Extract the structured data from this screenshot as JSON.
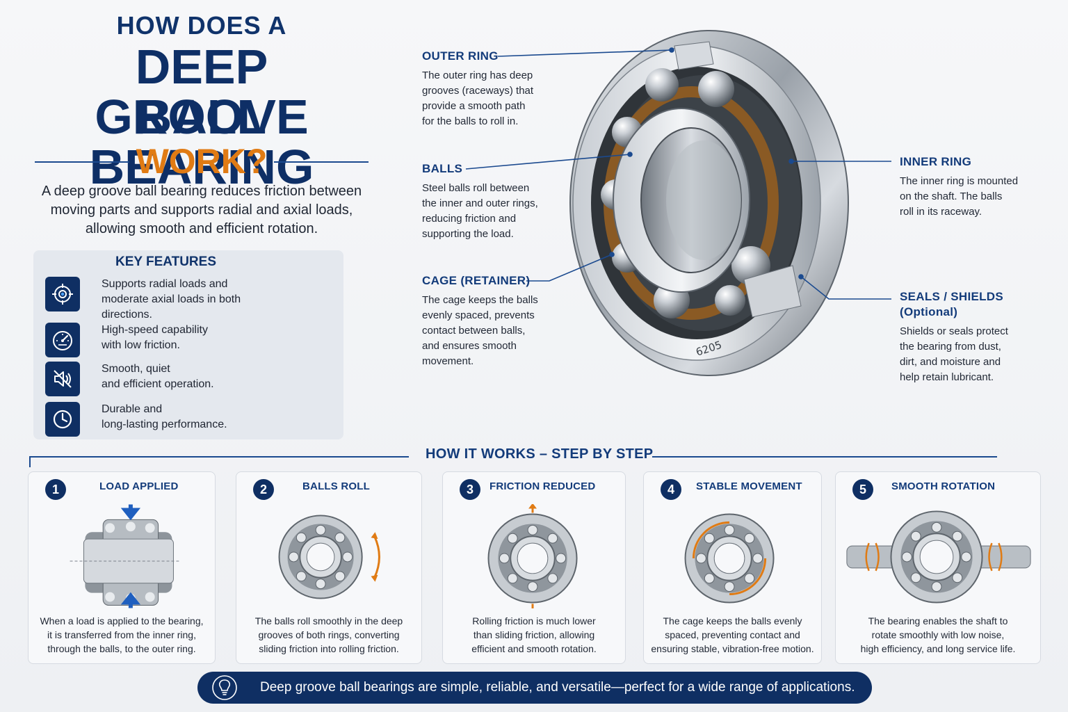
{
  "title": {
    "line1": "HOW DOES A",
    "line2": "DEEP GROOVE",
    "line3": "BALL BEARING",
    "line4": "WORK?"
  },
  "intro": "A deep groove ball bearing reduces friction between moving parts and supports radial and axial loads, allowing smooth and efficient rotation.",
  "key_features": {
    "title": "KEY FEATURES",
    "items": [
      {
        "icon": "target-icon",
        "text": "Supports radial loads and\nmoderate axial loads in both\ndirections."
      },
      {
        "icon": "speedometer-icon",
        "text": "High-speed capability\nwith low friction."
      },
      {
        "icon": "mute-speaker-icon",
        "text": "Smooth, quiet\nand efficient operation."
      },
      {
        "icon": "clock-icon",
        "text": "Durable and\nlong-lasting performance."
      }
    ]
  },
  "diagram": {
    "bearing_marking": "6205",
    "callouts": [
      {
        "title": "OUTER RING",
        "text": "The outer ring has deep\ngrooves (raceways) that\nprovide a smooth path\nfor the balls to roll in."
      },
      {
        "title": "BALLS",
        "text": "Steel balls roll between\nthe inner and outer rings,\nreducing friction and\nsupporting the load."
      },
      {
        "title": "CAGE (RETAINER)",
        "text": "The cage keeps the balls\nevenly spaced, prevents\ncontact between balls,\nand ensures smooth\nmovement."
      },
      {
        "title": "INNER RING",
        "text": "The inner ring is mounted\non the shaft. The balls\nroll in its raceway."
      },
      {
        "title": "SEALS / SHIELDS\n(Optional)",
        "title_a": "SEALS / SHIELDS",
        "title_b": "(Optional)",
        "text": "Shields or seals protect\nthe bearing from dust,\ndirt, and moisture and\nhelp retain lubricant."
      }
    ]
  },
  "how_it_works": {
    "title": "HOW IT WORKS – STEP BY STEP",
    "steps": [
      {
        "number": "1",
        "title": "LOAD APPLIED",
        "text": "When a load is applied to the bearing,\nit is transferred from the inner ring,\nthrough the balls, to the outer ring."
      },
      {
        "number": "2",
        "title": "BALLS ROLL",
        "text": "The balls roll smoothly in the deep\ngrooves of both rings, converting\nsliding friction into rolling friction."
      },
      {
        "number": "3",
        "title": "FRICTION REDUCED",
        "text": "Rolling friction is much lower\nthan sliding friction, allowing\nefficient and smooth rotation."
      },
      {
        "number": "4",
        "title": "STABLE MOVEMENT",
        "text": "The cage keeps the balls evenly\nspaced, preventing contact and\nensuring stable, vibration-free motion."
      },
      {
        "number": "5",
        "title": "SMOOTH ROTATION",
        "text": "The bearing enables the shaft to\nrotate smoothly with low noise,\nhigh efficiency, and long service life."
      }
    ]
  },
  "footer": {
    "icon": "lightbulb-icon",
    "text": "Deep groove ball bearings are simple, reliable, and versatile—perfect for a wide range of applications."
  },
  "colors": {
    "navy": "#0f2f63",
    "accent": "#e07b14",
    "blue_line": "#1b4a8f",
    "arrow_blue": "#1f5fbf"
  }
}
